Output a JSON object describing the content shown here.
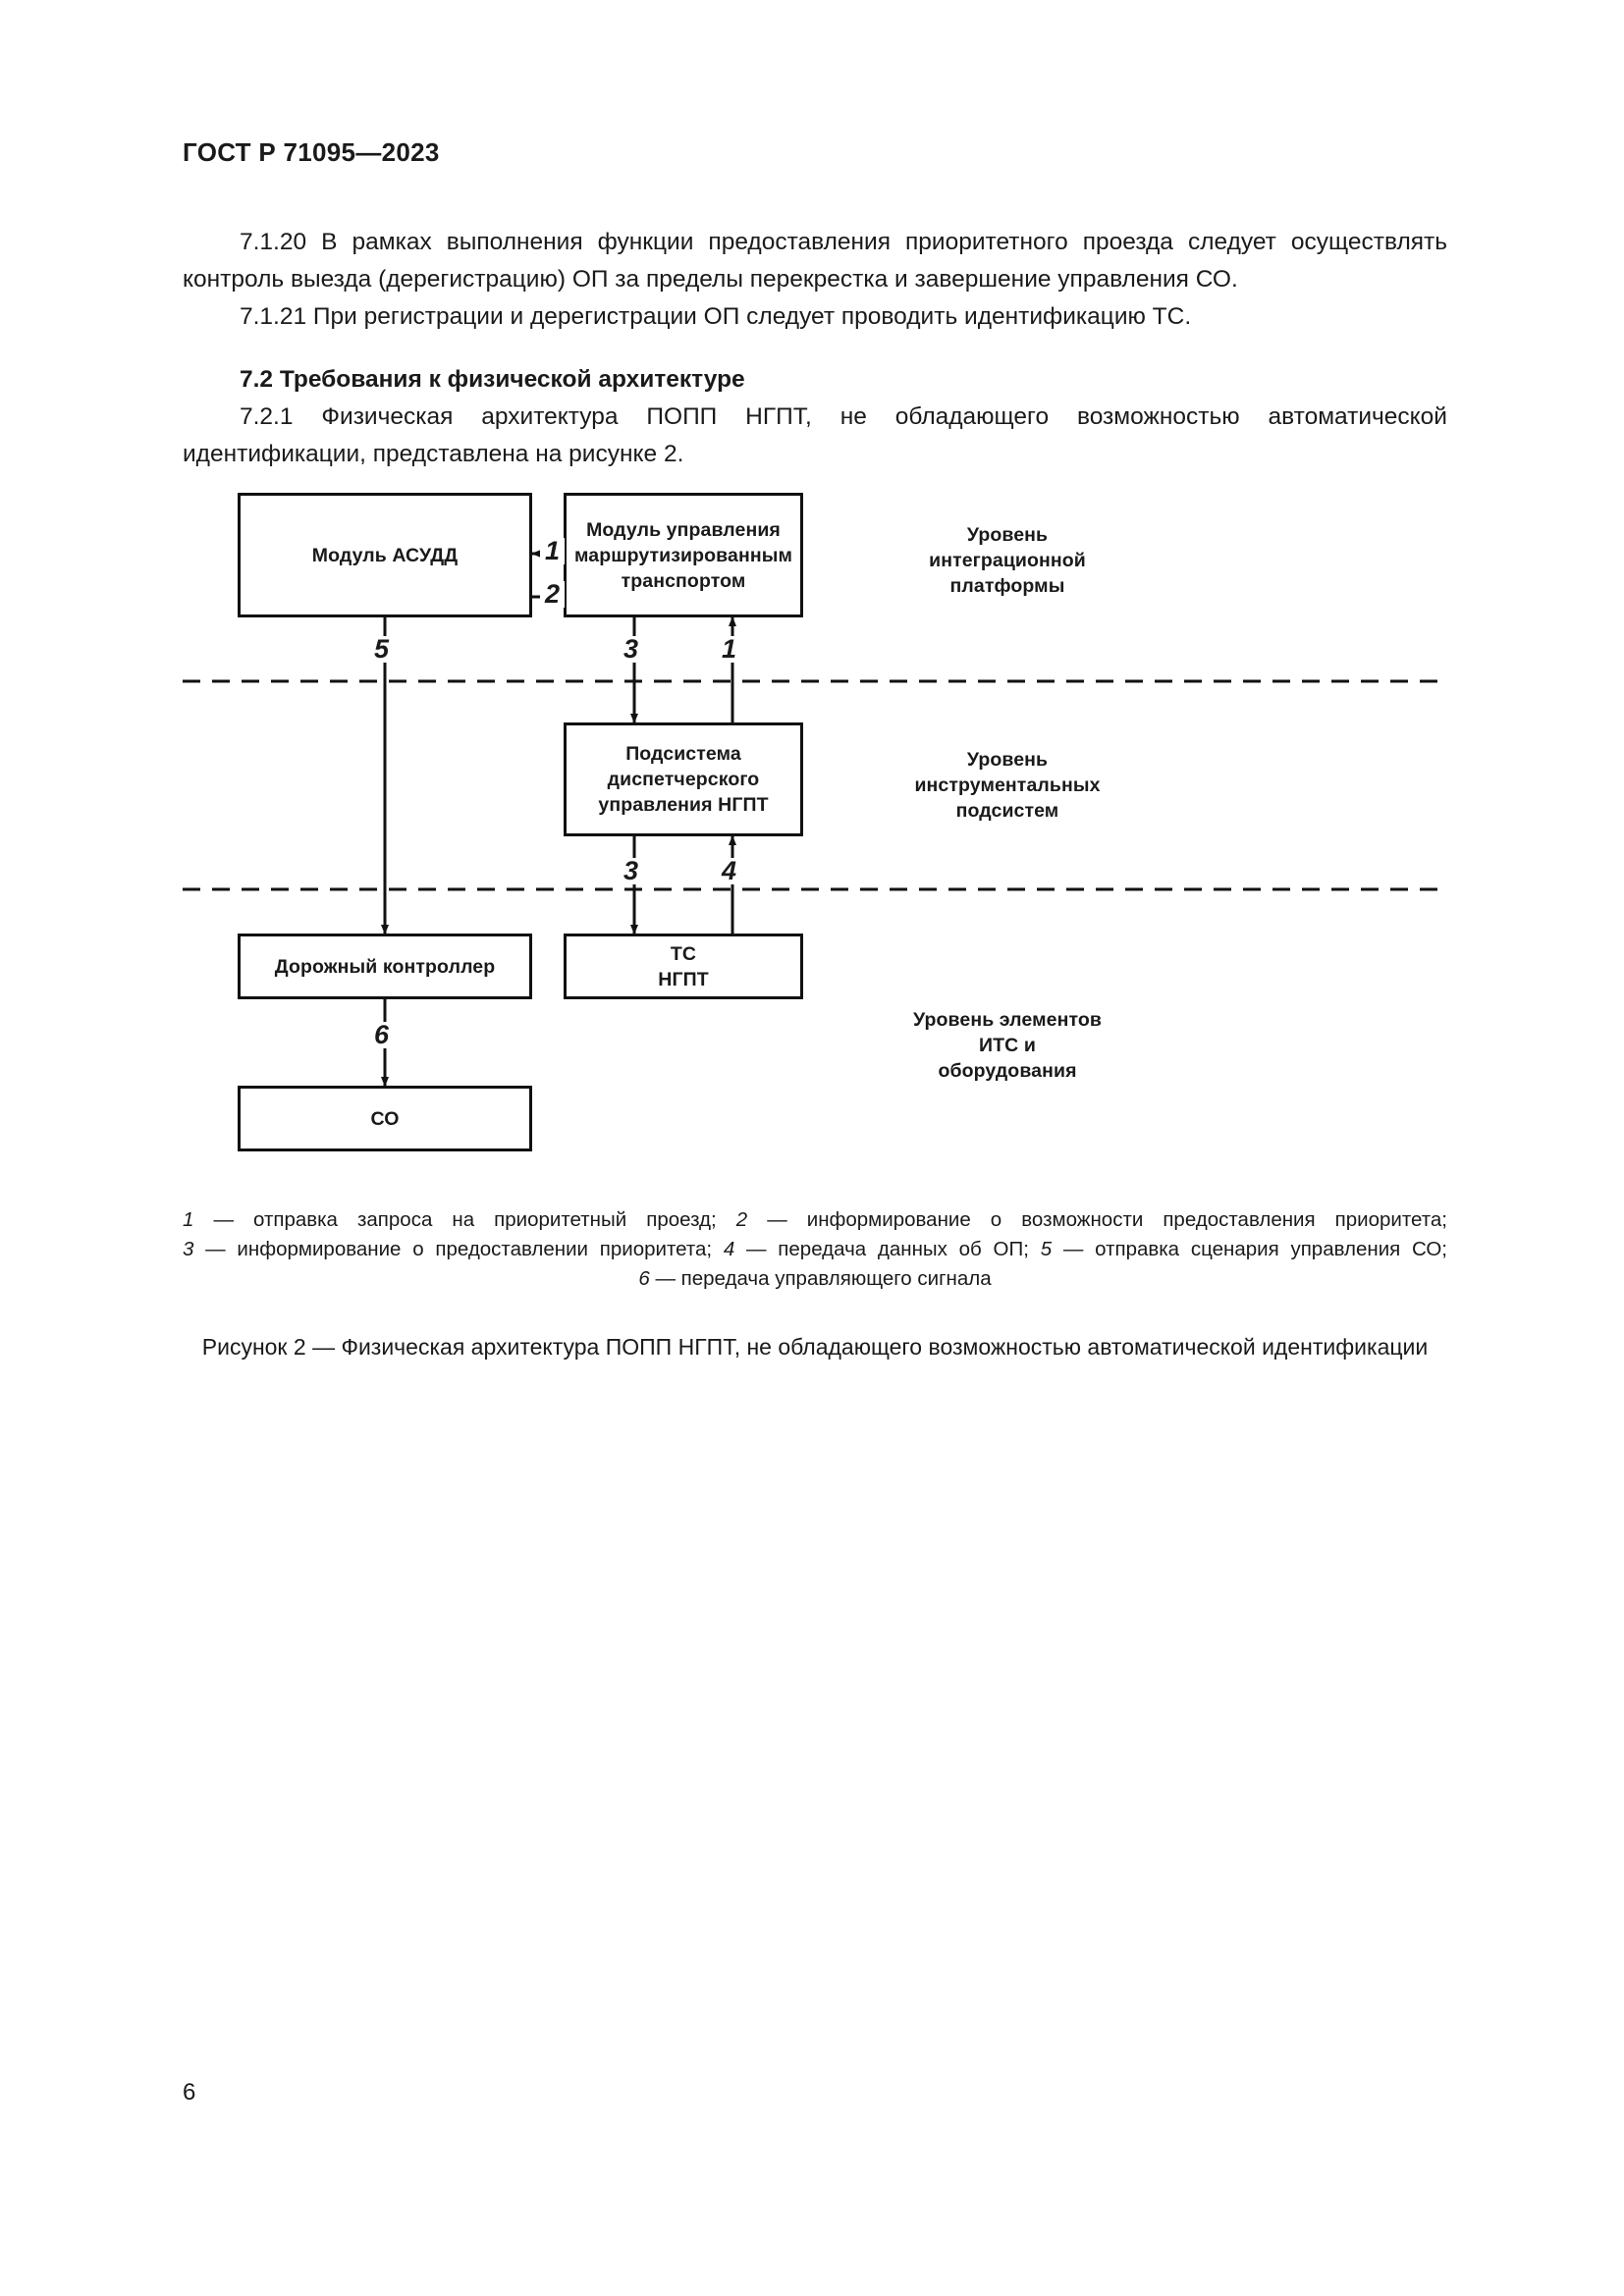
{
  "header": {
    "standard_number": "ГОСТ Р 71095—2023"
  },
  "body": {
    "paragraph_7_1_20": "7.1.20  В рамках выполнения функции предоставления приоритетного проезда следует осуществлять контроль выезда (дерегистрацию) ОП за пределы перекрестка и завершение управления СО.",
    "paragraph_7_1_21": "7.1.21  При регистрации и дерегистрации ОП следует проводить идентификацию ТС.",
    "heading_7_2": "7.2  Требования к физической архитектуре",
    "paragraph_7_2_1": "7.2.1  Физическая архитектура ПОПП НГПТ, не обладающего возможностью автоматической идентификации, представлена на рисунке 2."
  },
  "figure": {
    "nodes": {
      "asudd": "Модуль АСУДД",
      "routed_transport_module": "Модуль управления\nмаршрутизированным\nтранспортом",
      "dispatch_subsystem": "Подсистема\nдиспетчерского\nуправления НГПТ",
      "road_controller": "Дорожный контроллер",
      "tc_ngpt": "ТС\nНГПТ",
      "so": "СО"
    },
    "layers": {
      "integration_platform": "Уровень\nинтеграционной\nплатформы",
      "instrumental_subsystems": "Уровень\nинструментальных\nподсистем",
      "its_elements": "Уровень элементов\nИТС и\nоборудования"
    },
    "edges": {
      "e1_top": "1",
      "e2_top": "2",
      "e5_left": "5",
      "e3_upper": "3",
      "e1_upper": "1",
      "e3_lower": "3",
      "e4_lower": "4",
      "e6_bottom": "6"
    },
    "legend": {
      "line1": "1 — отправка запроса на приоритетный проезд; 2 — информирование о возможности предоставления приоритета;",
      "line2": "3 — информирование о предоставлении приоритета; 4 — передача данных об ОП; 5 — отправка сценария управления СО;",
      "line3": "6 — передача управляющего сигнала"
    },
    "caption": "Рисунок 2 — Физическая архитектура ПОПП НГПТ, не обладающего возможностью автоматической идентификации"
  },
  "footer": {
    "page_number": "6"
  },
  "colors": {
    "text": "#1a1a1a",
    "line": "#111111",
    "background": "#ffffff"
  }
}
